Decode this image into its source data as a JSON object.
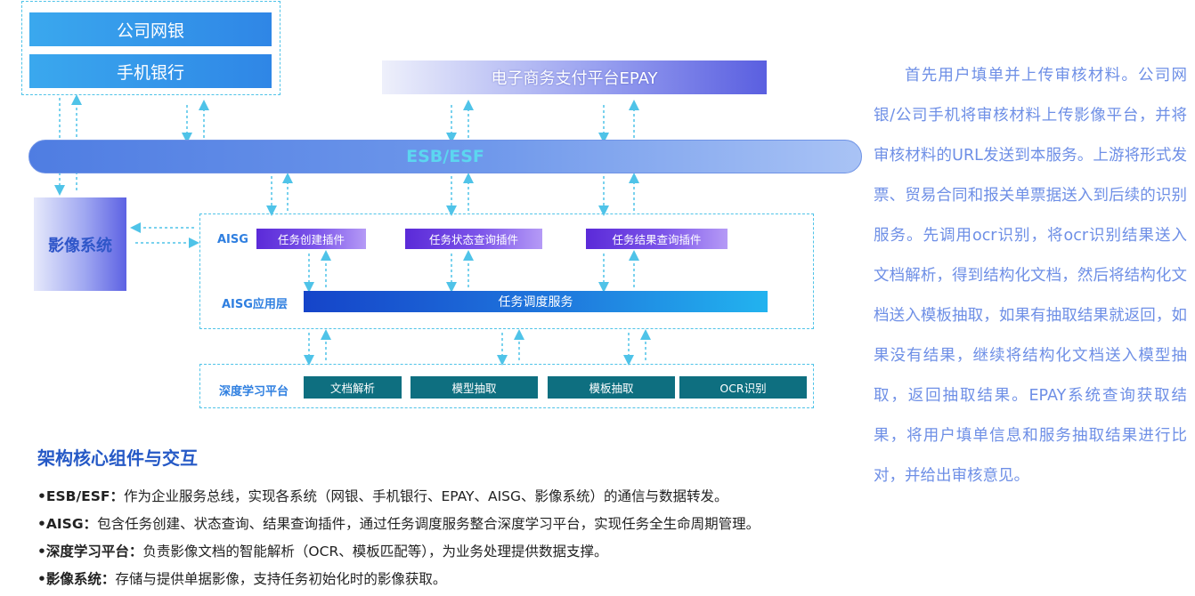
{
  "clients": {
    "corp_bank": "公司网银",
    "mobile_bank": "手机银行"
  },
  "epay": "电子商务支付平台EPAY",
  "esb": "ESB/ESF",
  "image_system": "影像系统",
  "aisg": {
    "label": "AISG",
    "plugins": [
      "任务创建插件",
      "任务状态查询插件",
      "任务结果查询插件"
    ],
    "app_layer_label": "AISG应用层",
    "scheduler": "任务调度服务"
  },
  "dl_platform": {
    "label": "深度学习平台",
    "modules": [
      "文档解析",
      "模型抽取",
      "模板抽取",
      "OCR识别"
    ]
  },
  "section": {
    "heading": "架构核心组件与交互",
    "bullets": [
      {
        "term": "•ESB/ESF：",
        "text": "作为企业服务总线，实现各系统（网银、手机银行、EPAY、AISG、影像系统）的通信与数据转发。"
      },
      {
        "term": "•AISG：",
        "text": "包含任务创建、状态查询、结果查询插件，通过任务调度服务整合深度学习平台，实现任务全生命周期管理。"
      },
      {
        "term": "•深度学习平台：",
        "text": "负责影像文档的智能解析（OCR、模板匹配等），为业务处理提供数据支撑。"
      },
      {
        "term": "•影像系统：",
        "text": "存储与提供单据影像，支持任务初始化时的影像获取。"
      }
    ]
  },
  "description": "首先用户填单并上传审核材料。公司网银/公司手机将审核材料上传影像平台，并将审核材料的URL发送到本服务。上游将形式发票、贸易合同和报关单票据送入到后续的识别服务。先调用ocr识别，将ocr识别结果送入文档解析，得到结构化文档，然后将结构化文档送入模板抽取，如果有抽取结果就返回，如果没有结果，继续将结构化文档送入模型抽取，返回抽取结果。EPAY系统查询获取结果，将用户填单信息和服务抽取结果进行比对，并给出审核意见。"
}
